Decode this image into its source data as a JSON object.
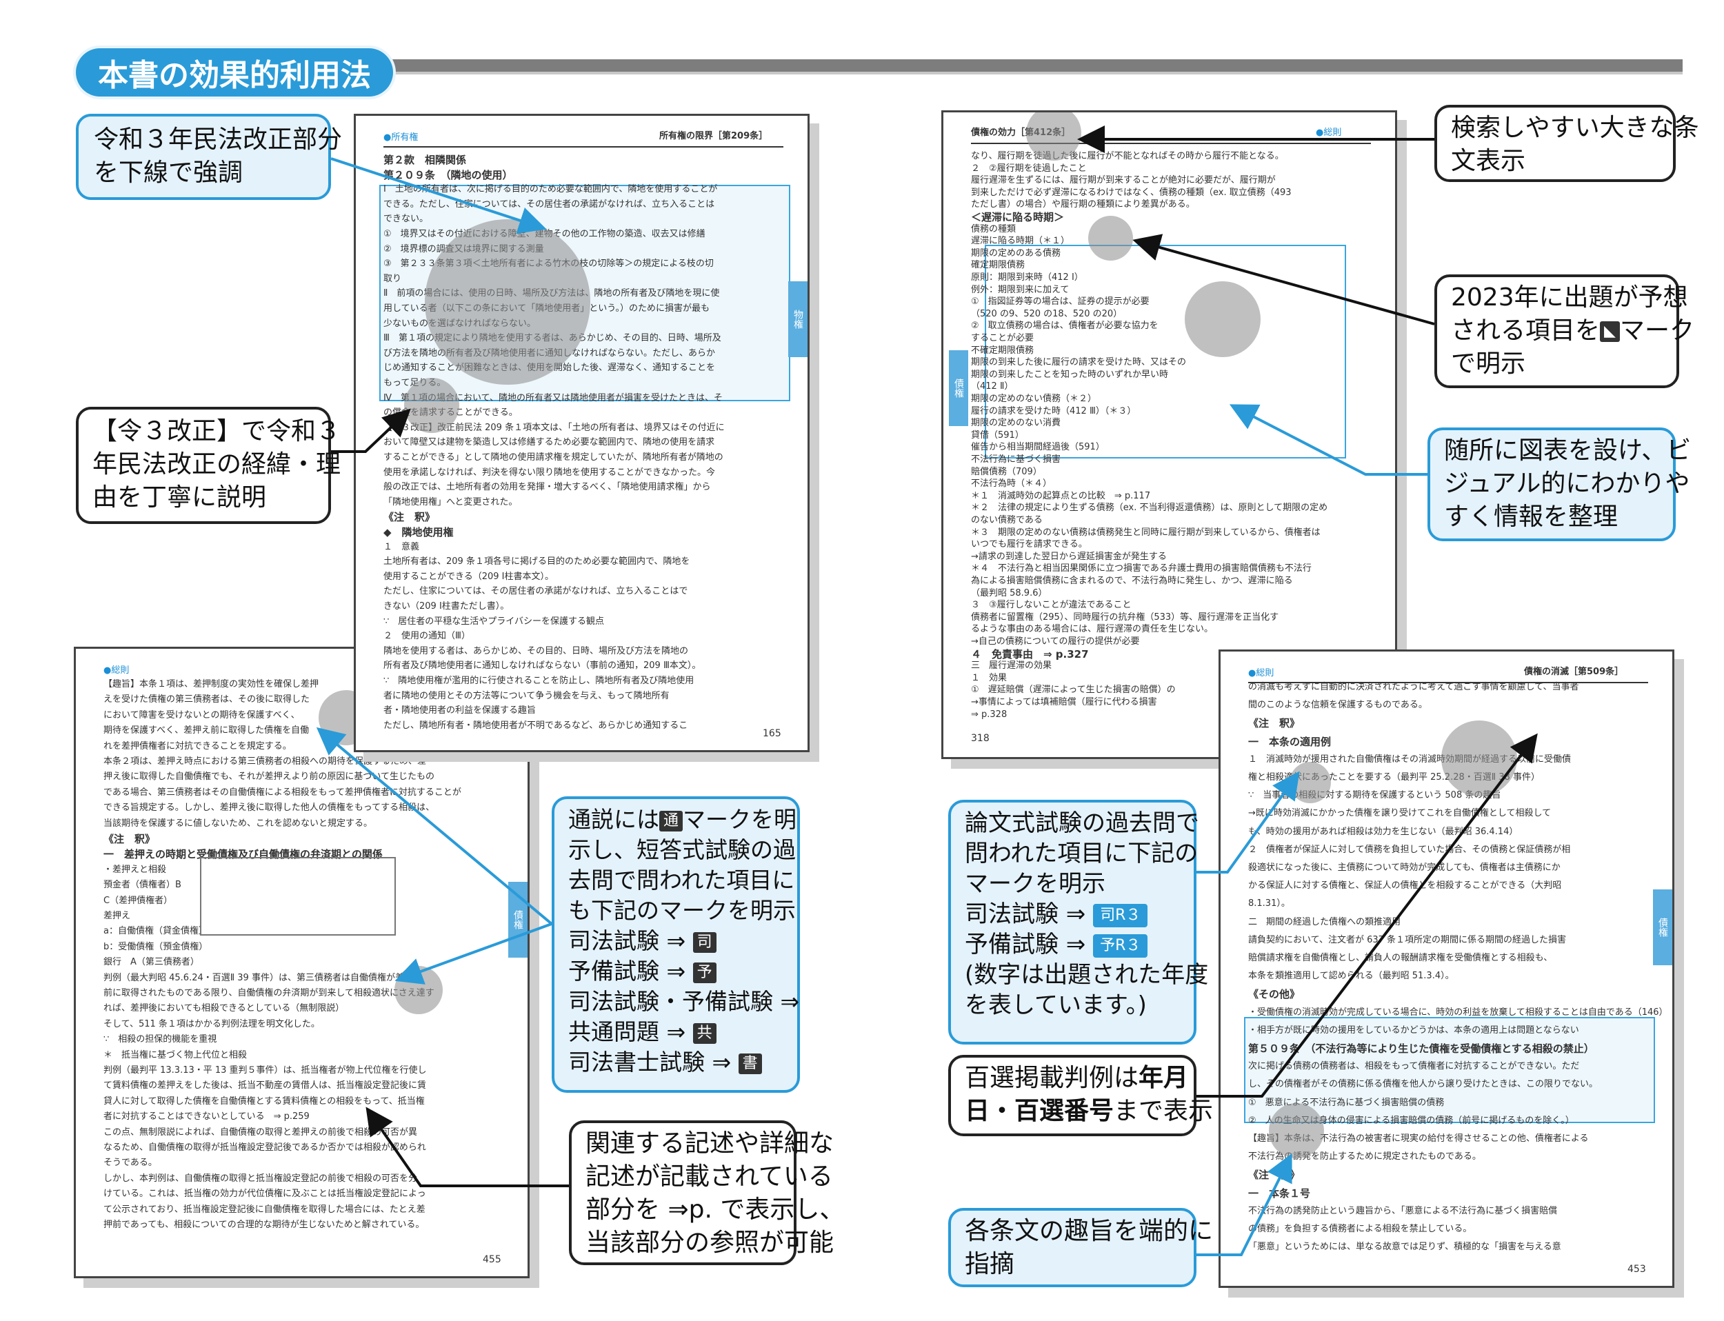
{
  "header": {
    "title": "本書の効果的利用法"
  },
  "callouts": {
    "underline": [
      "令和３年民法改正部分",
      "を下線で強調"
    ],
    "revision": [
      "【令３改正】で令和３",
      "年民法改正の経緯・理",
      "由を丁寧に説明"
    ],
    "article": [
      "検索しやすい大きな条",
      "文表示"
    ],
    "forecast": [
      "2023年に出題が予想",
      "される項目を",
      "マーク",
      "で明示"
    ],
    "chart": [
      "随所に図表を設け、ビ",
      "ジュアル的にわかりや",
      "すく情報を整理"
    ],
    "theory": [
      "通説には",
      "マークを明",
      "示し、短答式試験の過",
      "去問で問われた項目に",
      "も下記のマークを明示"
    ],
    "theory_marks": [
      {
        "label": "司法試験",
        "mark": "司"
      },
      {
        "label": "予備試験",
        "mark": "予"
      },
      {
        "label": "司法試験・予備試験",
        "mark": ""
      },
      {
        "label": "共通問題",
        "mark": "共"
      },
      {
        "label": "司法書士試験",
        "mark": "書"
      }
    ],
    "theory_mark_tsu": "通",
    "essay": [
      "論文式試験の過去問で",
      "問われた項目に下記の",
      "マークを明示"
    ],
    "essay_marks": [
      {
        "label": "司法試験",
        "mark": "司R３"
      },
      {
        "label": "予備試験",
        "mark": "予R３"
      }
    ],
    "essay_note": [
      "(数字は出題された年度",
      "を表しています。)"
    ],
    "hyakusen": [
      "百選掲載判例は",
      "年月",
      "日・百選番号",
      "まで表示"
    ],
    "reference": [
      "関連する記述や詳細な",
      "記述が記載されている",
      "部分を ⇒p. で表示し、",
      "当該部分の参照が可能"
    ],
    "purpose": [
      "各条文の趣旨を端的に",
      "指摘"
    ],
    "arrow_sym": "⇒"
  },
  "page165": {
    "section": "●所有権",
    "running": "所有権の限界［第209条］",
    "lines": [
      "第２款　相隣関係",
      "第２０９条　（隣地の使用）",
      "Ⅰ　土地の所有者は、次に掲げる目的のため必要な範囲内で、隣地を使用することが",
      "できる。ただし、住家については、その居住者の承諾がなければ、立ち入ることは",
      "できない。",
      "①　境界又はその付近における障壁、建物その他の工作物の築造、収去又は修繕",
      "②　境界標の調査又は境界に関する測量",
      "③　第２３３条第３項＜土地所有者による竹木の枝の切除等＞の規定による枝の切",
      "取り",
      "Ⅱ　前項の場合には、使用の日時、場所及び方法は、隣地の所有者及び隣地を現に使",
      "用している者（以下この条において「隣地使用者」という。）のために損害が最も",
      "少ないものを選ばなければならない。",
      "Ⅲ　第１項の規定により隣地を使用する者は、あらかじめ、その目的、日時、場所及",
      "び方法を隣地の所有者及び隣地使用者に通知しなければならない。ただし、あらか",
      "じめ通知することが困難なときは、使用を開始した後、遅滞なく、通知することを",
      "もって足りる。",
      "Ⅳ　第１項の場合において、隣地の所有者又は隣地使用者が損害を受けたときは、そ",
      "の償金を請求することができる。",
      "【令３改正】改正前民法 209 条１項本文は、「土地の所有者は、境界又はその付近に",
      "おいて障壁又は建物を築造し又は修繕するため必要な範囲内で、隣地の使用を請求",
      "することができる」として隣地の使用請求権を規定していたが、隣地所有者が隣地の",
      "使用を承諾しなければ、判決を得ない限り隣地を使用することができなかった。今",
      "般の改正では、土地所有者の効用を発揮・増大するべく、「隣地使用請求権」から",
      "「隣地使用権」へと変更された。",
      "《注　釈》",
      "◆　隣地使用権",
      "１　意義",
      "土地所有者は、209 条１項各号に掲げる目的のため必要な範囲内で、隣地を",
      "使用することができる（209 Ⅰ柱書本文）。",
      "ただし、住家については、その居住者の承諾がなければ、立ち入ることはで",
      "きない（209 Ⅰ柱書ただし書）。",
      "∵　居住者の平穏な生活やプライバシーを保護する観点",
      "２　使用の通知（Ⅲ）",
      "隣地を使用する者は、あらかじめ、その目的、日時、場所及び方法を隣地の",
      "所有者及び隣地使用者に通知しなければならない（事前の通知，209 Ⅲ本文）。",
      "∵　隣地使用権が濫用的に行使されることを防止し、隣地所有者及び隣地使用",
      "者に隣地の使用とその方法等について争う機会を与え、もって隣地所有",
      "者・隣地使用者の利益を保護する趣旨",
      "ただし、隣地所有者・隣地使用者が不明であるなど、あらかじめ通知するこ"
    ],
    "tab": "物権",
    "page_number": "165"
  },
  "page318": {
    "running": "債権の効力［第412条］",
    "section": "●総則",
    "lines": [
      "なり、履行期を徒過した後に履行が不能となればその時から履行不能となる。",
      "２　②履行期を徒過したこと",
      "履行遅滞を生ずるには、履行期が到来することが絶対に必要だが、履行期が",
      "到来しただけで必ず遅滞になるわけではなく、債務の種類（ex. 取立債務（493",
      "ただし書）の場合）や履行期の種類により差異がある。",
      "＜遅滞に陥る時期＞",
      "債務の種類",
      "遅滞に陥る時期（＊１）",
      "期限の定めのある債務",
      "確定期限債務",
      "原則：期限到来時（412 Ⅰ）",
      "例外：期限到来に加えて",
      "①　指図証券等の場合は、証券の提示が必要",
      "（520 の9、520 の18、520 の20）",
      "②　取立債務の場合は、債権者が必要な協力を",
      "することが必要",
      "不確定期限債務",
      "期限の到来した後に履行の請求を受けた時、又はその",
      "期限の到来したことを知った時のいずれか早い時",
      "（412 Ⅱ）",
      "期限の定めのない債務（＊２）",
      "履行の請求を受けた時（412 Ⅲ）（＊３）",
      "期限の定めのない消費",
      "貸借（591）",
      "催告から相当期間経過後（591）",
      "不法行為に基づく損害",
      "賠償債務（709）",
      "不法行為時（＊４）",
      "＊１　消滅時効の起算点との比較　⇒ p.117",
      "＊２　法律の規定により生ずる債務（ex. 不当利得返還債務）は、原則として期限の定め",
      "のない債務である",
      "＊３　期限の定めのない債務は債務発生と同時に履行期が到来しているから、債権者は",
      "いつでも履行を請求できる。",
      "→請求の到達した翌日から遅延損害金が発生する",
      "＊４　不法行為と相当因果関係に立つ損害である弁護士費用の損害賠償債務も不法行",
      "為による損害賠償債務に含まれるので、不法行為時に発生し、かつ、遅滞に陥る",
      "（最判昭 58.9.6）",
      "３　③履行しないことが違法であること",
      "債務者に留置権（295）、同時履行の抗弁権（533）等、履行遅滞を正当化す",
      "るような事由のある場合には、履行遅滞の責任を生じない。",
      "→自己の債務についての履行の提供が必要",
      "４　免責事由　⇒ p.327",
      "三　履行遅滞の効果",
      "１　効果",
      "①　遅延賠償（遅滞によって生じた損害の賠償）の",
      "→事情によっては填補賠償（履行に代わる損害",
      "⇒ p.328"
    ],
    "tab": "債権",
    "page_number": "318"
  },
  "page455": {
    "section": "●総則",
    "lines": [
      "【趣旨】本条１項は、差押制度の実効性を確保し差押",
      "えを受けた債権の第三債務者は、その後に取得した",
      "において障害を受けないとの期待を保護すべく、",
      "期待を保護すべく、差押え前に取得した債権を自働",
      "れを差押債権者に対抗できることを規定する。",
      "本条２項は、差押え時点における第三債務者の相殺への期待を保護するため、差",
      "押え後に取得した自働債権でも、それが差押えより前の原因に基づいて生じたもの",
      "である場合、第三債務者はその自働債権による相殺をもって差押債権者に対抗することが",
      "できる旨規定する。しかし、差押え後に取得した他人の債権をもってする相殺は、",
      "当該期待を保護するに値しないため、これを認めないと規定する。",
      "《注　釈》",
      "一　差押えの時期と受働債権及び自働債権の弁済期との関係",
      "・差押えと相殺",
      "預金者（債権者）B",
      "C（差押債権者）",
      "差押え",
      "a：自働債権（貸金債権）",
      "b：受働債権（預金債権）",
      "銀行　A（第三債務者）",
      "判例（最大判昭 45.6.24・百選Ⅱ 39 事件）は、第三債務者は自働債権が差押",
      "前に取得されたものである限り、自働債権の弁済期が到来して相殺適状にさえ達す",
      "れば、差押後においても相殺できるとしている（無制限説）",
      "そして、511 条１項はかかる判例法理を明文化した。",
      "∵　相殺の担保的機能を重視",
      "＊　抵当権に基づく物上代位と相殺",
      "判例（最判平 13.3.13・平 13 重判５事件）は、抵当権者が物上代位権を行使し",
      "て賃料債権の差押えをした後は、抵当不動産の賃借人は、抵当権設定登記後に賃",
      "貸人に対して取得した債権を自働債権とする賃料債権との相殺をもって、抵当権",
      "者に対抗することはできないとしている　⇒ p.259",
      "この点、無制限説によれば、自働債権の取得と差押えの前後で相殺の可否が異",
      "なるため、自働債権の取得が抵当権設定登記後であるか否かでは相殺が認められ",
      "そうである。",
      "しかし、本判例は、自働債権の取得と抵当権設定登記の前後で相殺の可否を分",
      "けている。これは、抵当権の効力が代位債権に及ぶことは抵当権設定登記によっ",
      "て公示されており、抵当権設定登記後に自働債権を取得した場合には、たとえ差",
      "押前であっても、相殺についての合理的な期待が生じないためと解されている。"
    ],
    "tab": "債権",
    "page_number": "455"
  },
  "page453": {
    "section": "●総則",
    "running": "債権の消滅［第509条］",
    "lines": [
      "の消滅も考えずに自動的に決済されたように考えて過ごす事情を顧慮して、当事者",
      "間のこのような信頼を保護するものである。",
      "《注　釈》",
      "一　本条の適用例",
      "１　消滅時効が援用された自働債権はその消滅時効期間が経過する以前に受働債",
      "権と相殺適状にあったことを要する（最判平 25.2.28・百選Ⅱ 38 事件）",
      "∵　当事者の相殺に対する期待を保護するという 508 条の趣旨",
      "→既に時効消滅にかかった債権を譲り受けてこれを自働債権として相殺して",
      "も、時効の援用があれば相殺は効力を生じない（最判昭 36.4.14）",
      "２　債権者が保証人に対して債務を負担していた場合、その債務と保証債務が相",
      "殺適状になった後に、主債務について時効が完成しても、債権者は主債務にか",
      "かる保証人に対する債権と、保証人の債権とを相殺することができる（大判昭",
      "8.1.31）。",
      "二　期間の経過した債権への類推適用",
      "請負契約において、注文者が 637 条１項所定の期間に係る期間の経過した損害",
      "賠償請求権を自働債権とし、請負人の報酬請求権を受働債権とする相殺も、",
      "本条を類推適用して認められる（最判昭 51.3.4）。",
      "《その他》",
      "・受働債権の消滅時効が完成している場合に、時効の利益を放棄して相殺することは自由である（146）",
      "・相手方が既に時効の援用をしているかどうかは、本条の適用上は問題とならない",
      "第５０９条　（不法行為等により生じた債権を受働債権とする相殺の禁止）",
      "次に掲げる債務の債務者は、相殺をもって債権者に対抗することができない。ただ",
      "し、その債権者がその債務に係る債権を他人から譲り受けたときは、この限りでない。",
      "①　悪意による不法行為に基づく損害賠償の債務",
      "②　人の生命又は身体の侵害による損害賠償の債務（前号に掲げるものを除く。）",
      "【趣旨】本条は、不法行為の被害者に現実の給付を得させることの他、債権者による",
      "不法行為の誘発を防止するために規定されたものである。",
      "《注　釈》",
      "一　本条１号",
      "不法行為の誘発防止という趣旨から、「悪意による不法行為に基づく損害賠償",
      "の債務」を負担する債務者による相殺を禁止している。",
      "「悪意」というためには、単なる故意では足りず、積極的な「損害を与える意"
    ],
    "tab": "債権",
    "page_number": "453"
  }
}
